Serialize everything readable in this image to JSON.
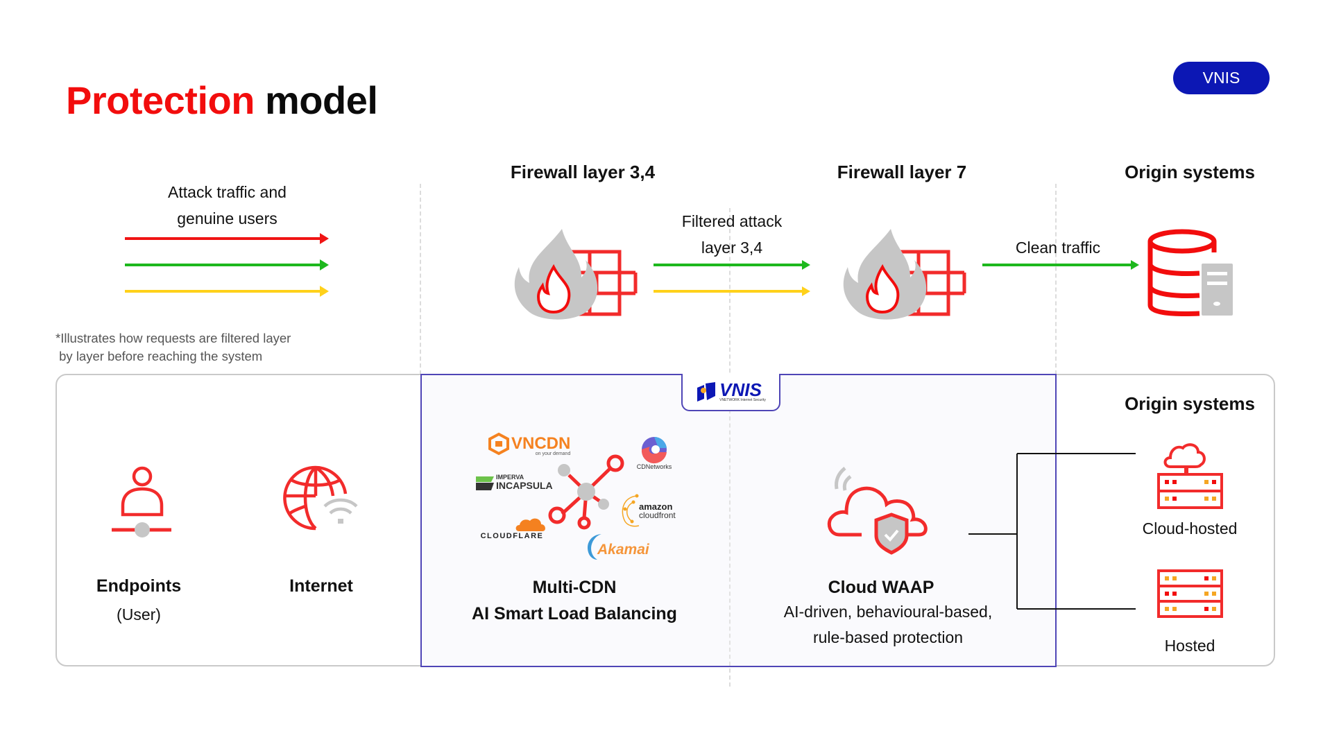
{
  "title": {
    "highlight": "Protection",
    "rest": "model"
  },
  "badge": {
    "label": "VNIS"
  },
  "top_flow": {
    "source_label_line1": "Attack traffic and",
    "source_label_line2": "genuine users",
    "stages": [
      {
        "title": "Firewall layer 3,4"
      },
      {
        "title": "Firewall layer 7"
      },
      {
        "title": "Origin systems"
      }
    ],
    "filtered_label_line1": "Filtered attack",
    "filtered_label_line2": "layer 3,4",
    "clean_label": "Clean traffic",
    "arrow_colors": {
      "red": "#f01414",
      "green": "#1db81d",
      "yellow": "#ffd11a"
    }
  },
  "note": {
    "line1": "*Illustrates how requests are filtered layer",
    "line2": " by layer before reaching the system"
  },
  "bottom": {
    "vnis_tag": {
      "brand": "VNIS",
      "tagline": "VNETWORK Internet Security"
    },
    "endpoints": {
      "title": "Endpoints",
      "subtitle": "(User)"
    },
    "internet": {
      "title": "Internet"
    },
    "multicdn": {
      "title_line1": "Multi-CDN",
      "title_line2": "AI Smart Load Balancing",
      "providers": [
        {
          "name": "VNCDN",
          "tagline": "on your demand"
        },
        {
          "name": "CDNetworks"
        },
        {
          "name": "IMPERVA",
          "sub": "INCAPSULA"
        },
        {
          "name": "amazon",
          "sub": "cloudfront"
        },
        {
          "name": "CLOUDFLARE"
        },
        {
          "name": "Akamai"
        }
      ]
    },
    "waap": {
      "title": "Cloud WAAP",
      "desc_line1": "AI-driven, behavioural-based,",
      "desc_line2": "rule-based protection"
    },
    "origin": {
      "title": "Origin systems",
      "items": [
        {
          "label": "Cloud-hosted"
        },
        {
          "label": "Hosted"
        }
      ]
    }
  },
  "colors": {
    "brand_red": "#f20d0d",
    "brand_blue": "#0c17b4",
    "box_border": "#4f45b6",
    "icon_gray": "#c6c6c6"
  }
}
